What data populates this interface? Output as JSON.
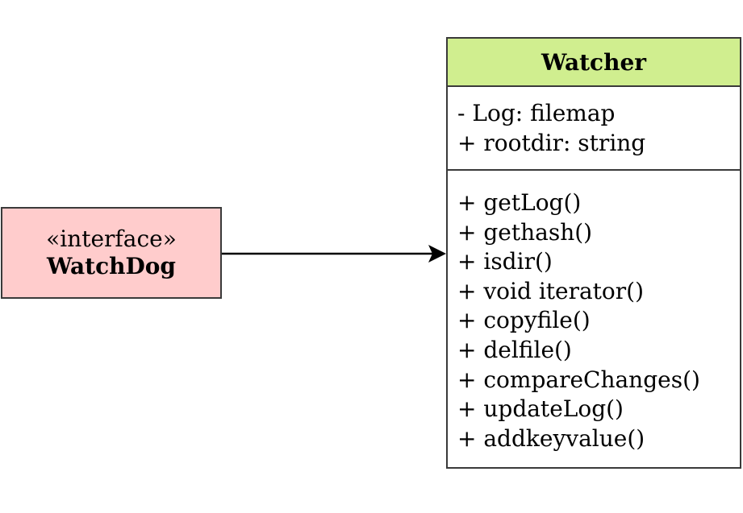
{
  "interface": {
    "stereotype": "«interface»",
    "name": "WatchDog"
  },
  "class": {
    "name": "Watcher",
    "attributes": [
      "- Log: filemap",
      "+ rootdir: string"
    ],
    "operations": [
      "+ getLog()",
      "+ gethash()",
      "+ isdir()",
      "+ void iterator()",
      "+ copyfile()",
      "+ delfile()",
      "+ compareChanges()",
      "+ updateLog()",
      "+ addkeyvalue()"
    ]
  },
  "colors": {
    "interface_fill": "#ffcccc",
    "class_header_fill": "#d0ee8f",
    "border": "#3a3a3a",
    "arrow": "#000000"
  }
}
